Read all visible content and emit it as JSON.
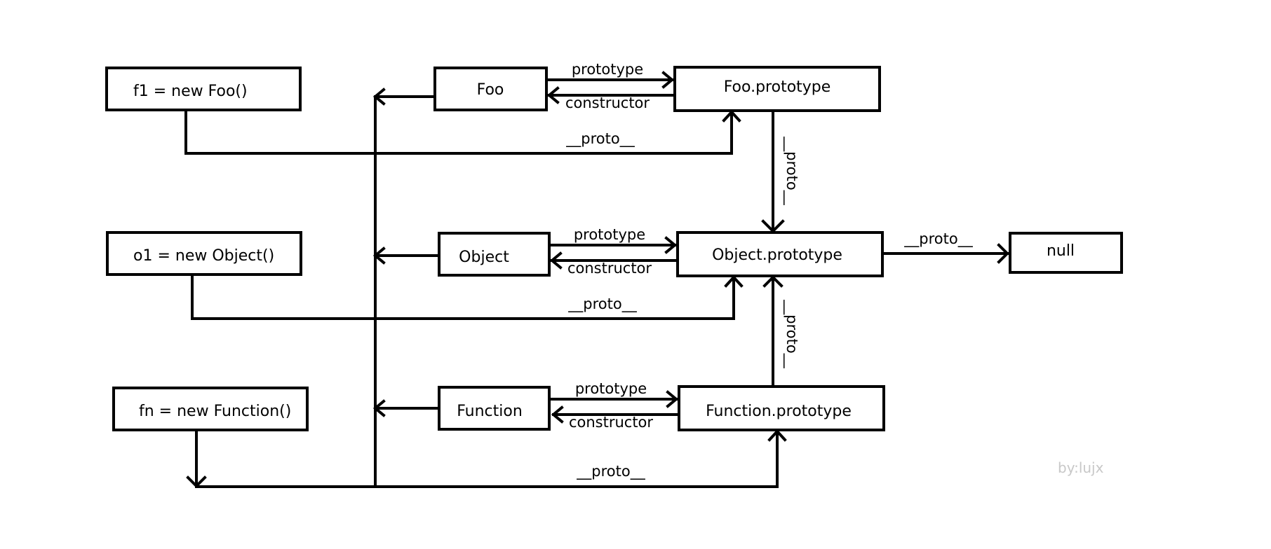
{
  "nodes": {
    "f1": "f1 = new Foo()",
    "o1": "o1 = new Object()",
    "fn": "fn = new Function()",
    "foo": "Foo",
    "object": "Object",
    "function": "Function",
    "foo_prototype": "Foo.prototype",
    "object_prototype": "Object.prototype",
    "function_prototype": "Function.prototype",
    "null": "null"
  },
  "edges": {
    "prototype": "prototype",
    "constructor": "constructor",
    "proto": "__proto__"
  },
  "watermark": "by:lujx"
}
